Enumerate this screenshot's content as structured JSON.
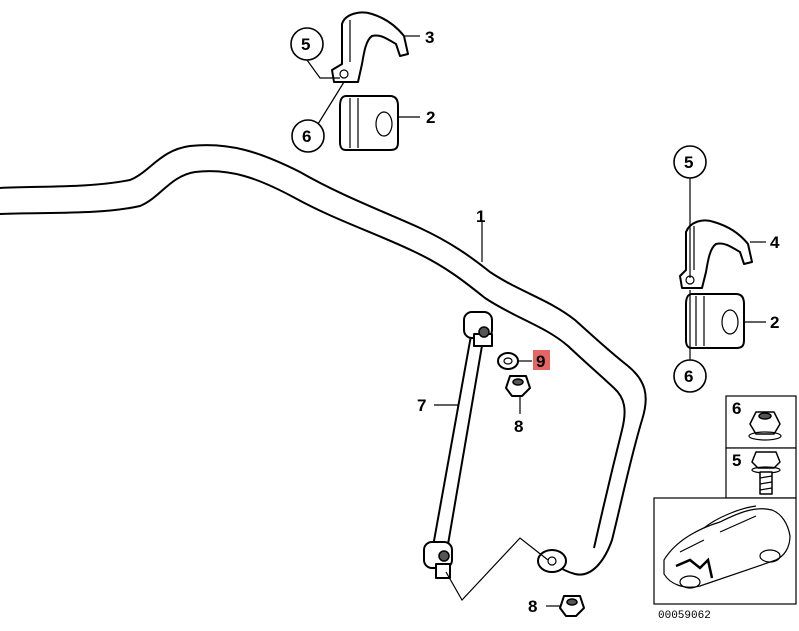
{
  "callouts": {
    "c1": "1",
    "c2a": "2",
    "c2b": "2",
    "c3": "3",
    "c4": "4",
    "c5a": "5",
    "c5b": "5",
    "c5c": "5",
    "c6a": "6",
    "c6b": "6",
    "c6c": "6",
    "c7": "7",
    "c8a": "8",
    "c8b": "8",
    "c9": "9"
  },
  "diagram_id": "00059062",
  "colors": {
    "highlight": "#e04a4a",
    "line": "#000000",
    "background": "#ffffff"
  }
}
